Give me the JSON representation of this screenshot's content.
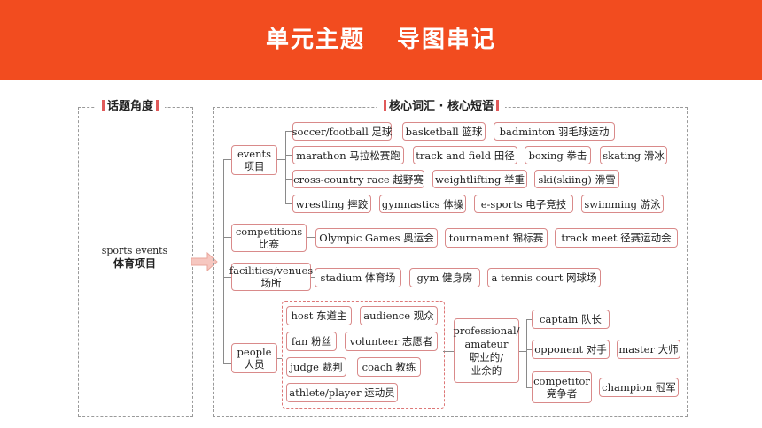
{
  "header": {
    "title_left": "单元主题",
    "title_right": "导图串记"
  },
  "left_panel": {
    "label": "话题角度",
    "topic_en": "sports events",
    "topic_zh": "体育项目"
  },
  "right_panel": {
    "label": "核心词汇 · 核心短语"
  },
  "events": {
    "label_en": "events",
    "label_zh": "项目",
    "row1": [
      "soccer/football 足球",
      "basketball 篮球",
      "badminton 羽毛球运动"
    ],
    "row2": [
      "marathon 马拉松赛跑",
      "track and field 田径",
      "boxing 拳击",
      "skating 滑冰"
    ],
    "row3": [
      "cross-country race 越野赛",
      "weightlifting 举重",
      "ski(skiing) 滑雪"
    ],
    "row4": [
      "wrestling 摔跤",
      "gymnastics 体操",
      "e-sports 电子竞技",
      "swimming 游泳"
    ]
  },
  "competitions": {
    "label_en": "competitions",
    "label_zh": "比赛",
    "items": [
      "Olympic Games 奥运会",
      "tournament 锦标赛",
      "track meet 径赛运动会"
    ]
  },
  "facilities": {
    "label_en": "facilities/venues",
    "label_zh": "场所",
    "items": [
      "stadium 体育场",
      "gym 健身房",
      "a tennis court 网球场"
    ]
  },
  "people": {
    "label_en": "people",
    "label_zh": "人员",
    "group": [
      "host 东道主",
      "audience 观众",
      "fan 粉丝",
      "volunteer 志愿者",
      "judge 裁判",
      "coach 教练",
      "athlete/player 运动员"
    ],
    "pro": {
      "l1": "professional/",
      "l2": "amateur",
      "l3": "职业的/",
      "l4": "业余的"
    },
    "pro_items": [
      "captain 队长",
      "opponent 对手",
      "master 大师"
    ],
    "competitor_en": "competitor",
    "competitor_zh": "竞争者",
    "champion": "champion 冠军"
  }
}
